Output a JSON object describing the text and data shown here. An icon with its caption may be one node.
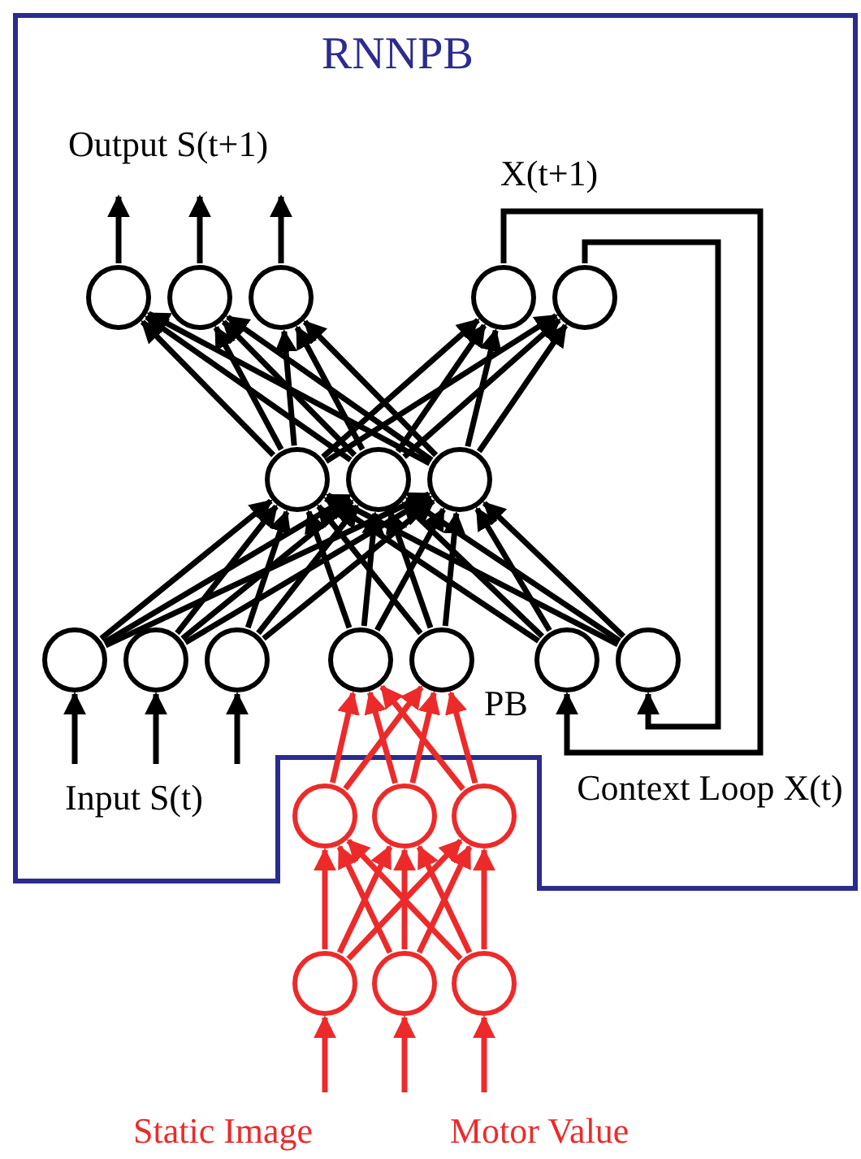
{
  "diagram": {
    "nodes": [
      {
        "text": [
          "RNNPB"
        ]
      },
      {
        "text": [],
        "shape": "circle",
        "in": 0
      },
      {
        "text": [],
        "shape": "circle",
        "in": 0
      },
      {
        "text": [],
        "shape": "circle",
        "in": 0
      },
      {
        "text": [],
        "shape": "circle",
        "in": 0
      },
      {
        "text": [],
        "shape": "circle",
        "in": 0
      },
      {
        "text": [],
        "shape": "circle",
        "in": 0
      },
      {
        "text": [],
        "shape": "circle",
        "in": 0
      },
      {
        "text": [],
        "shape": "circle",
        "in": 0
      },
      {
        "text": [],
        "shape": "circle",
        "in": 0
      },
      {
        "text": [],
        "shape": "circle",
        "in": 0
      },
      {
        "text": [],
        "shape": "circle",
        "in": 0
      },
      {
        "text": [],
        "shape": "circle",
        "in": 0
      },
      {
        "text": [],
        "shape": "circle",
        "in": 0
      },
      {
        "text": [],
        "shape": "circle",
        "in": 0
      },
      {
        "text": [],
        "shape": "circle",
        "in": 0
      },
      {
        "text": [],
        "shape": "circle"
      },
      {
        "text": [],
        "shape": "circle"
      },
      {
        "text": [],
        "shape": "circle"
      },
      {
        "text": [],
        "shape": "circle"
      },
      {
        "text": [],
        "shape": "circle"
      },
      {
        "text": [],
        "shape": "circle"
      }
    ],
    "edges": [
      {
        "from": 1,
        "to": null,
        "arrow": "to"
      },
      {
        "from": 2,
        "to": null,
        "arrow": "to"
      },
      {
        "from": 3,
        "to": null,
        "arrow": "to"
      },
      {
        "from": 6,
        "to": 1,
        "arrow": "to"
      },
      {
        "from": 6,
        "to": 2,
        "arrow": "to"
      },
      {
        "from": 6,
        "to": 3,
        "arrow": "to"
      },
      {
        "from": 6,
        "to": 4,
        "arrow": "to"
      },
      {
        "from": 6,
        "to": 5,
        "arrow": "to"
      },
      {
        "from": 7,
        "to": 1,
        "arrow": "to"
      },
      {
        "from": 7,
        "to": 2,
        "arrow": "to"
      },
      {
        "from": 7,
        "to": 3,
        "arrow": "to"
      },
      {
        "from": 7,
        "to": 4,
        "arrow": "to"
      },
      {
        "from": 7,
        "to": 5,
        "arrow": "to"
      },
      {
        "from": 8,
        "to": 1,
        "arrow": "to"
      },
      {
        "from": 8,
        "to": 2,
        "arrow": "to"
      },
      {
        "from": 8,
        "to": 3,
        "arrow": "to"
      },
      {
        "from": 8,
        "to": 4,
        "arrow": "to"
      },
      {
        "from": 8,
        "to": 5,
        "arrow": "to"
      },
      {
        "from": 9,
        "to": 6,
        "arrow": "to"
      },
      {
        "from": 9,
        "to": 7,
        "arrow": "to"
      },
      {
        "from": 9,
        "to": 8,
        "arrow": "to"
      },
      {
        "from": 10,
        "to": 6,
        "arrow": "to"
      },
      {
        "from": 10,
        "to": 7,
        "arrow": "to"
      },
      {
        "from": 10,
        "to": 8,
        "arrow": "to"
      },
      {
        "from": 11,
        "to": 6,
        "arrow": "to"
      },
      {
        "from": 11,
        "to": 7,
        "arrow": "to"
      },
      {
        "from": 11,
        "to": 8,
        "arrow": "to"
      },
      {
        "from": 12,
        "to": 6,
        "arrow": "to"
      },
      {
        "from": 12,
        "to": 7,
        "arrow": "to"
      },
      {
        "from": 12,
        "to": 8,
        "arrow": "to"
      },
      {
        "from": 13,
        "to": 6,
        "arrow": "to"
      },
      {
        "from": 13,
        "to": 7,
        "arrow": "to"
      },
      {
        "from": 13,
        "to": 8,
        "arrow": "to"
      },
      {
        "from": 14,
        "to": 6,
        "arrow": "to"
      },
      {
        "from": 14,
        "to": 7,
        "arrow": "to"
      },
      {
        "from": 14,
        "to": 8,
        "arrow": "to"
      },
      {
        "from": 15,
        "to": 6,
        "arrow": "to"
      },
      {
        "from": 15,
        "to": 7,
        "arrow": "to"
      },
      {
        "from": 15,
        "to": 8,
        "arrow": "to"
      },
      {
        "from": null,
        "to": 9,
        "arrow": "to"
      },
      {
        "from": null,
        "to": 10,
        "arrow": "to"
      },
      {
        "from": null,
        "to": 11,
        "arrow": "to"
      },
      {
        "from": 4,
        "to": 14,
        "arrow": "to"
      },
      {
        "from": 5,
        "to": 15,
        "arrow": "to"
      },
      {
        "from": 16,
        "to": 12,
        "arrow": "to",
        "color": "#ed2a2a"
      },
      {
        "from": 16,
        "to": 13,
        "arrow": "to",
        "color": "#ed2a2a"
      },
      {
        "from": 17,
        "to": 12,
        "arrow": "to",
        "color": "#ed2a2a"
      },
      {
        "from": 17,
        "to": 13,
        "arrow": "to",
        "color": "#ed2a2a"
      },
      {
        "from": 18,
        "to": 12,
        "arrow": "to",
        "color": "#ed2a2a"
      },
      {
        "from": 18,
        "to": 13,
        "arrow": "to",
        "color": "#ed2a2a"
      },
      {
        "from": 19,
        "to": 16,
        "arrow": "to",
        "color": "#ed2a2a"
      },
      {
        "from": 19,
        "to": 17,
        "arrow": "to",
        "color": "#ed2a2a"
      },
      {
        "from": 19,
        "to": 18,
        "arrow": "to",
        "color": "#ed2a2a"
      },
      {
        "from": 20,
        "to": 16,
        "arrow": "to",
        "color": "#ed2a2a"
      },
      {
        "from": 20,
        "to": 17,
        "arrow": "to",
        "color": "#ed2a2a"
      },
      {
        "from": 20,
        "to": 18,
        "arrow": "to",
        "color": "#ed2a2a"
      },
      {
        "from": 21,
        "to": 16,
        "arrow": "to",
        "color": "#ed2a2a"
      },
      {
        "from": 21,
        "to": 17,
        "arrow": "to",
        "color": "#ed2a2a"
      },
      {
        "from": 21,
        "to": 18,
        "arrow": "to",
        "color": "#ed2a2a"
      },
      {
        "from": null,
        "to": 19,
        "arrow": "to",
        "color": "#ed2a2a"
      },
      {
        "from": null,
        "to": 20,
        "arrow": "to",
        "color": "#ed2a2a"
      },
      {
        "from": null,
        "to": 21,
        "arrow": "to",
        "color": "#ed2a2a"
      }
    ],
    "labels": [
      "Output S(t+1)",
      "X(t+1)",
      "PB",
      "Input S(t)",
      "Context Loop X(t)",
      "Static Image",
      "Motor Value"
    ]
  }
}
